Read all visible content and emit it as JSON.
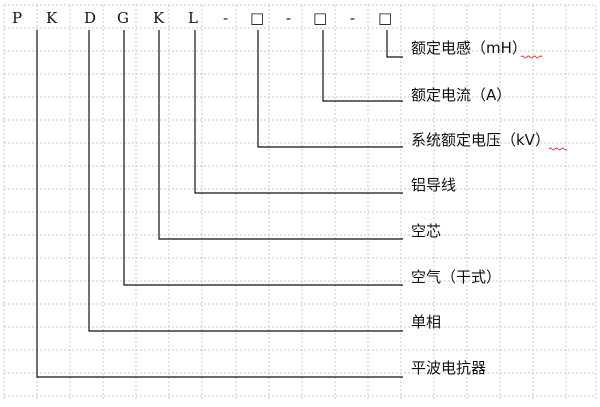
{
  "model_code": [
    "P",
    "K",
    "D",
    "G",
    "K",
    "L"
  ],
  "separators": [
    "-",
    "-",
    "-"
  ],
  "placeholder_glyph": "□",
  "labels": [
    "额定电感（mH）",
    "额定电流（A）",
    "系统额定电压（kV）",
    "铝导线",
    "空芯",
    "空气（干式）",
    "单相",
    "平波电抗器"
  ],
  "colors": {
    "grid": "#c9c9c9",
    "line": "#111111",
    "spellcheck_underline": "#d23b3b"
  }
}
